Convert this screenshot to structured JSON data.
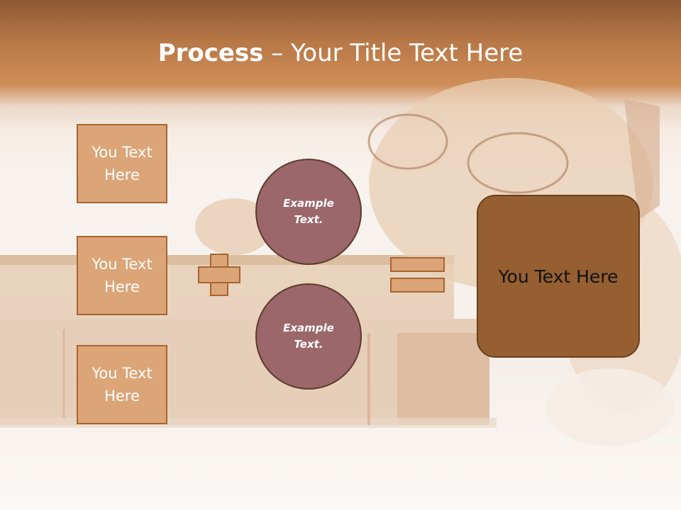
{
  "title": {
    "bold": "Process",
    "rest": " – Your Title Text Here"
  },
  "left_boxes": [
    {
      "label": "You Text Here"
    },
    {
      "label": "You Text Here"
    },
    {
      "label": "You Text Here"
    }
  ],
  "circles": [
    {
      "label": "Example Text."
    },
    {
      "label": "Example Text."
    }
  ],
  "result": {
    "label": "You Text Here"
  },
  "colors": {
    "header": "#b87847",
    "box_fill": "#dba578",
    "box_border": "#a8652f",
    "circle_fill": "#9b676a",
    "result_fill": "#955f31"
  }
}
